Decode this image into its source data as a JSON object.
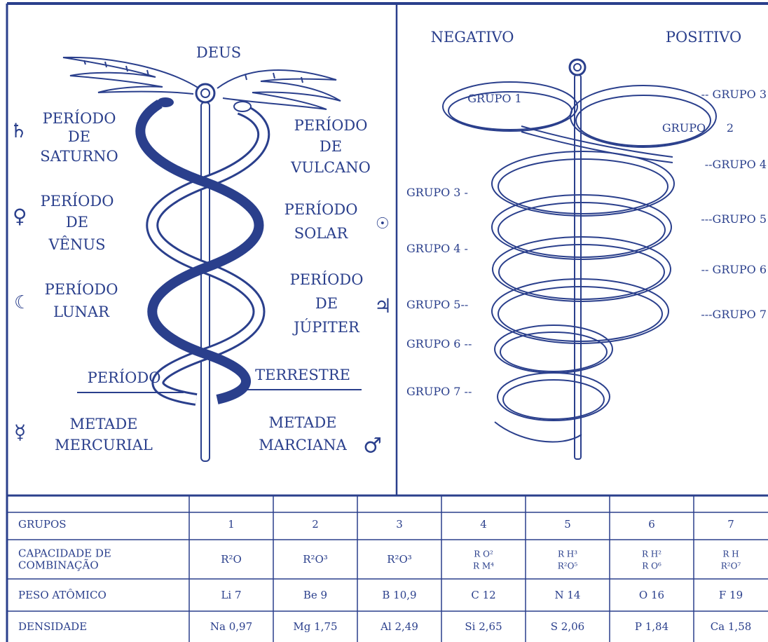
{
  "colors": {
    "ink": "#2a3f8c",
    "paper": "#ffffff"
  },
  "left_panel": {
    "top_label": "DEUS",
    "periods": [
      {
        "lines": [
          "PERÍODO",
          "DE",
          "SATURNO"
        ],
        "symbol": "♄",
        "symbol_name": "saturn-symbol"
      },
      {
        "lines": [
          "PERÍODO",
          "DE",
          "VULCANO"
        ]
      },
      {
        "lines": [
          "PERÍODO",
          "DE",
          "VÊNUS"
        ],
        "symbol": "♀",
        "symbol_name": "venus-symbol"
      },
      {
        "lines": [
          "PERÍODO",
          "SOLAR"
        ],
        "symbol": "☉",
        "symbol_name": "sun-symbol"
      },
      {
        "lines": [
          "PERÍODO",
          "LUNAR"
        ],
        "symbol": "☾",
        "symbol_name": "moon-symbol"
      },
      {
        "lines": [
          "PERÍODO",
          "DE",
          "JÚPITER"
        ],
        "symbol": "♃",
        "symbol_name": "jupiter-symbol"
      }
    ],
    "terrestre": [
      "PERÍODO",
      "TERRESTRE"
    ],
    "mercurial": {
      "lines": [
        "METADE",
        "MERCURIAL"
      ],
      "symbol": "☿",
      "symbol_name": "mercury-symbol"
    },
    "marciana": {
      "lines": [
        "METADE",
        "MARCIANA"
      ],
      "symbol": "♂",
      "symbol_name": "mars-symbol"
    }
  },
  "right_panel": {
    "negative": "NEGATIVO",
    "positive": "POSITIVO",
    "inner_labels": [
      "GRUPO 1",
      "GRUPO",
      "2"
    ],
    "left_groups": [
      "GRUPO 3 -",
      "GRUPO 4 -",
      "GRUPO 5--",
      "GRUPO 6 --",
      "GRUPO 7 --"
    ],
    "right_groups": [
      "-- GRUPO 3",
      "--GRUPO 4",
      "---GRUPO 5",
      "-- GRUPO 6",
      "---GRUPO 7"
    ]
  },
  "table": {
    "header": [
      "GRUPOS",
      "1",
      "2",
      "3",
      "4",
      "5",
      "6",
      "7"
    ],
    "rows": [
      {
        "label": [
          "CAPACIDADE DE",
          "COMBINAÇÃO"
        ],
        "cells": [
          [
            "R²O"
          ],
          [
            "R²O³"
          ],
          [
            "R²O³"
          ],
          [
            "R O²",
            "R M⁴"
          ],
          [
            "R H³",
            "R²O⁵"
          ],
          [
            "R H²",
            "R O⁶"
          ],
          [
            "R H",
            "R²O⁷"
          ]
        ]
      },
      {
        "label": [
          "PESO ATÔMICO"
        ],
        "cells": [
          [
            "Li 7"
          ],
          [
            "Be 9"
          ],
          [
            "B 10,9"
          ],
          [
            "C 12"
          ],
          [
            "N 14"
          ],
          [
            "O 16"
          ],
          [
            "F 19"
          ]
        ]
      },
      {
        "label": [
          "DENSIDADE"
        ],
        "cells": [
          [
            "Na 0,97"
          ],
          [
            "Mg 1,75"
          ],
          [
            "Al 2,49"
          ],
          [
            "Si 2,65"
          ],
          [
            "S 2,06"
          ],
          [
            "P 1,84"
          ],
          [
            "Ca 1,58"
          ]
        ]
      }
    ]
  }
}
